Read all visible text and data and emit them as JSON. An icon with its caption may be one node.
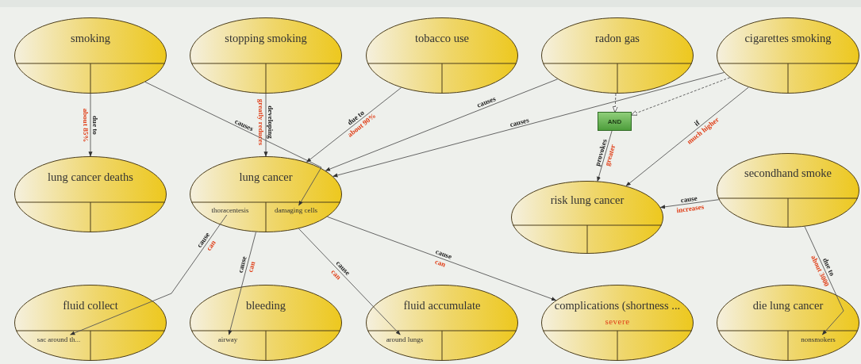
{
  "diagram": {
    "nodes": [
      {
        "text": [
          "smoking"
        ]
      },
      {
        "text": [
          "stopping smoking"
        ]
      },
      {
        "text": [
          "tobacco use"
        ]
      },
      {
        "text": [
          "radon gas"
        ]
      },
      {
        "text": [
          "cigarettes smoking"
        ]
      },
      {
        "text": [
          "AND"
        ]
      },
      {
        "text": [
          "lung cancer deaths"
        ]
      },
      {
        "text": [
          "lung cancer"
        ]
      },
      {
        "text": [
          "thoracentesis"
        ],
        "in": 7
      },
      {
        "text": [
          "damaging cells"
        ],
        "in": 7
      },
      {
        "text": [
          "risk lung cancer"
        ]
      },
      {
        "text": [
          "secondhand smoke"
        ]
      },
      {
        "text": [
          "fluid collect"
        ]
      },
      {
        "text": [
          "sac around th..."
        ],
        "in": 12
      },
      {
        "text": [
          "bleeding"
        ]
      },
      {
        "text": [
          "airway"
        ],
        "in": 14
      },
      {
        "text": [
          "fluid accumulate"
        ]
      },
      {
        "text": [
          "around lungs"
        ],
        "in": 16
      },
      {
        "text": [
          "complications (shortness ...",
          "severe"
        ]
      },
      {
        "text": [
          "die lung cancer"
        ]
      },
      {
        "text": [
          "nonsmokers"
        ],
        "in": 19
      }
    ],
    "edges": [
      {
        "from": 0,
        "to": 6,
        "arrow": "to",
        "label": "due to"
      },
      {
        "from": 0,
        "to": 9,
        "arrow": "to",
        "label": "causes"
      },
      {
        "from": 1,
        "to": 7,
        "arrow": "to",
        "label": "developing"
      },
      {
        "from": 2,
        "to": 7,
        "arrow": "to",
        "label": "due to"
      },
      {
        "from": 3,
        "to": 7,
        "arrow": "to",
        "label": "causes"
      },
      {
        "from": 4,
        "to": 7,
        "arrow": "to",
        "label": "causes"
      },
      {
        "from": 3,
        "to": 5,
        "arrow": "to",
        "style": "dashed"
      },
      {
        "from": 4,
        "to": 5,
        "arrow": "to",
        "style": "dashed"
      },
      {
        "from": 5,
        "to": 10,
        "arrow": "to",
        "label": "provokes"
      },
      {
        "from": 4,
        "to": 10,
        "arrow": "to",
        "label": "if"
      },
      {
        "from": 11,
        "to": 10,
        "arrow": "to",
        "label": "cause"
      },
      {
        "from": 8,
        "to": 13,
        "arrow": "to",
        "label": "cause"
      },
      {
        "from": 7,
        "to": 15,
        "arrow": "to",
        "label": "cause"
      },
      {
        "from": 7,
        "to": 17,
        "arrow": "to",
        "label": "cause"
      },
      {
        "from": 7,
        "to": 18,
        "arrow": "to",
        "label": "cause"
      },
      {
        "from": 11,
        "to": 20,
        "arrow": "to",
        "label": "due to"
      }
    ],
    "labels": [
      "about 85%",
      "greatly reduces",
      "about 90%",
      "greater",
      "much higher",
      "increases",
      "can",
      "can",
      "can",
      "can",
      "about 3000"
    ]
  }
}
